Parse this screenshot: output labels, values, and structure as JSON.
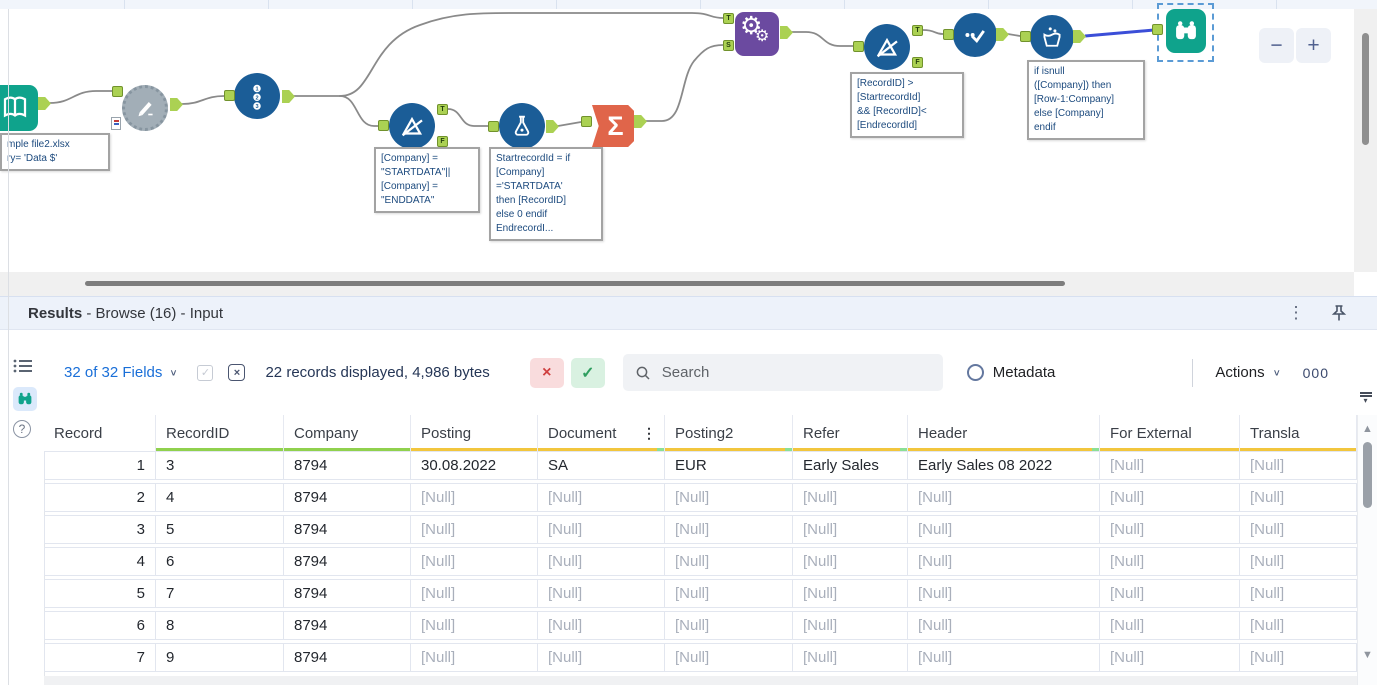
{
  "canvas": {
    "zoom_controls": {
      "zoom_out": "−",
      "zoom_in": "+"
    },
    "anchor_letters": {
      "t": "T",
      "f": "F",
      "s": "S"
    },
    "annotations": {
      "input": "mple file2.xlsx\nry= 'Data $'",
      "filter1": "[Company] =\n\"STARTDATA\"||\n[Company] =\n\"ENDDATA\"",
      "formula": "StartrecordId = if\n[Company]\n='STARTDATA'\nthen [RecordID]\nelse 0 endif\nEndrecordI...",
      "filter2": "[RecordID] >\n[StartrecordId]\n&& [RecordID]<\n[EndrecordId]",
      "multirow": "if isnull\n([Company]) then\n[Row-1:Company]\nelse [Company]\nendif"
    },
    "tool_icons": [
      "input-data-icon",
      "macro-icon",
      "record-id-icon",
      "filter-icon",
      "formula-icon",
      "summarize-icon",
      "append-fields-icon",
      "filter-icon",
      "select-icon",
      "multi-row-formula-icon",
      "browse-icon"
    ]
  },
  "results": {
    "title": {
      "bold": "Results",
      "rest": " - Browse (16) - Input"
    },
    "toolbar": {
      "fields_label": "32 of 32 Fields",
      "records_info": "22 records displayed, 4,986 bytes",
      "search_placeholder": "Search",
      "metadata_label": "Metadata",
      "actions_label": "Actions",
      "profile_label": "000"
    },
    "table": {
      "null_text": "[Null]",
      "columns": [
        {
          "label": "Record",
          "underline": "none"
        },
        {
          "label": "RecordID",
          "underline": "green"
        },
        {
          "label": "Company",
          "underline": "green"
        },
        {
          "label": "Posting",
          "underline": "yellow"
        },
        {
          "label": "Document",
          "underline": "yellow",
          "tip": true,
          "menu": true
        },
        {
          "label": "Posting2",
          "underline": "yellow",
          "tip": true
        },
        {
          "label": "Refer",
          "underline": "yellow",
          "tip": true
        },
        {
          "label": "Header",
          "underline": "yellow",
          "tip": true
        },
        {
          "label": "For External",
          "underline": "yellow"
        },
        {
          "label": "Transla",
          "underline": "yellow"
        }
      ],
      "rows": [
        [
          "1",
          "3",
          "8794",
          "30.08.2022",
          "SA",
          "EUR",
          "Early Sales",
          "Early Sales 08 2022",
          "[Null]",
          "[Null]"
        ],
        [
          "2",
          "4",
          "8794",
          "[Null]",
          "[Null]",
          "[Null]",
          "[Null]",
          "[Null]",
          "[Null]",
          "[Null]"
        ],
        [
          "3",
          "5",
          "8794",
          "[Null]",
          "[Null]",
          "[Null]",
          "[Null]",
          "[Null]",
          "[Null]",
          "[Null]"
        ],
        [
          "4",
          "6",
          "8794",
          "[Null]",
          "[Null]",
          "[Null]",
          "[Null]",
          "[Null]",
          "[Null]",
          "[Null]"
        ],
        [
          "5",
          "7",
          "8794",
          "[Null]",
          "[Null]",
          "[Null]",
          "[Null]",
          "[Null]",
          "[Null]",
          "[Null]"
        ],
        [
          "6",
          "8",
          "8794",
          "[Null]",
          "[Null]",
          "[Null]",
          "[Null]",
          "[Null]",
          "[Null]",
          "[Null]"
        ],
        [
          "7",
          "9",
          "8794",
          "[Null]",
          "[Null]",
          "[Null]",
          "[Null]",
          "[Null]",
          "[Null]",
          "[Null]"
        ]
      ]
    }
  },
  "colors": {
    "tool_blue": "#1b5d97",
    "tool_teal": "#0fa38c",
    "tool_purple": "#6b4aa0",
    "tool_orange": "#e0654a",
    "tool_gray": "#a2aeb7",
    "anchor_green": "#abd153",
    "wire": "#8a8a8a",
    "selected_wire": "#3b4ed8",
    "link_blue": "#1a6fd8",
    "underline_green": "#90d14e",
    "underline_yellow": "#f2c63d"
  }
}
